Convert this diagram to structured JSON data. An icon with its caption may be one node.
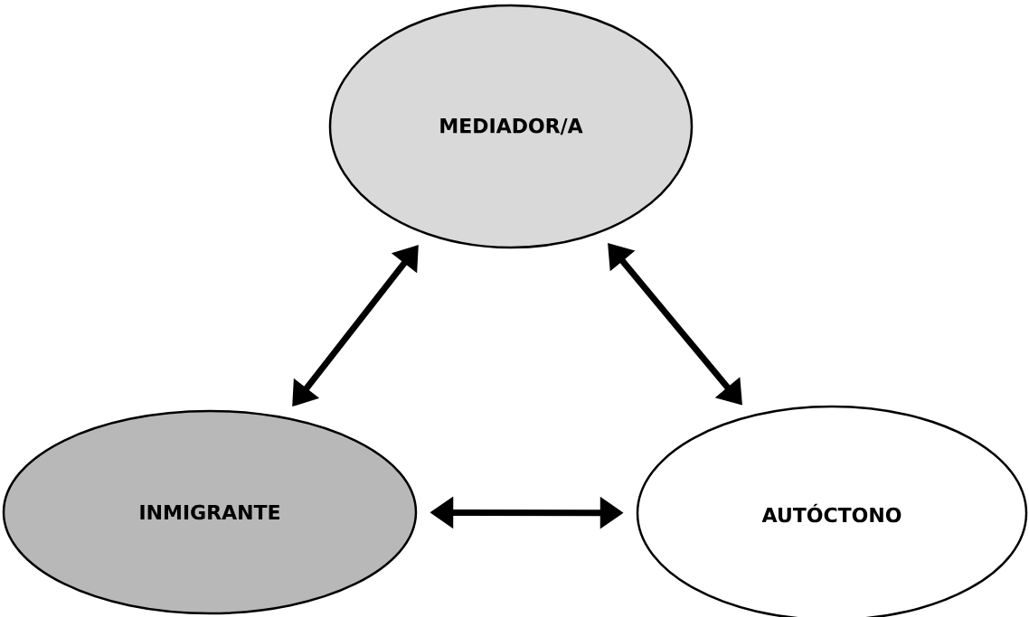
{
  "diagram": {
    "nodes": [
      {
        "text": [
          "MEDIADOR/A"
        ]
      },
      {
        "text": [
          "INMIGRANTE"
        ]
      },
      {
        "text": [
          "AUTÓCTONO"
        ]
      }
    ],
    "edges": [
      {
        "from": 1,
        "to": 0,
        "arrow": "both"
      },
      {
        "from": 0,
        "to": 2,
        "arrow": "both"
      },
      {
        "from": 1,
        "to": 2,
        "arrow": "both"
      }
    ]
  }
}
